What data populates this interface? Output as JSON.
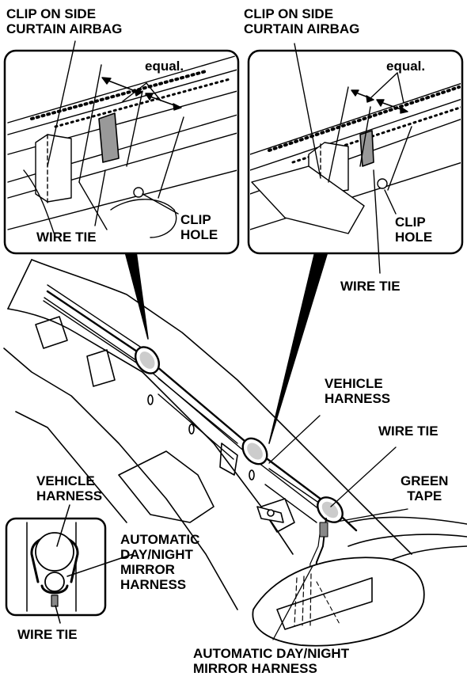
{
  "inset_left": {
    "title": "CLIP ON SIDE\nCURTAIN AIRBAG",
    "equal": "equal.",
    "wire_tie": "WIRE TIE",
    "clip_hole": "CLIP\nHOLE"
  },
  "inset_right": {
    "title": "CLIP ON SIDE\nCURTAIN AIRBAG",
    "equal": "equal.",
    "clip_hole": "CLIP\nHOLE",
    "wire_tie": "WIRE TIE"
  },
  "main": {
    "vehicle_harness": "VEHICLE\nHARNESS",
    "wire_tie": "WIRE TIE",
    "green_tape": "GREEN\nTAPE",
    "mirror_harness": "AUTOMATIC DAY/NIGHT\nMIRROR HARNESS"
  },
  "cross_section": {
    "vehicle_harness": "VEHICLE\nHARNESS",
    "mirror_harness": "AUTOMATIC\nDAY/NIGHT\nMIRROR\nHARNESS",
    "wire_tie": "WIRE TIE"
  }
}
